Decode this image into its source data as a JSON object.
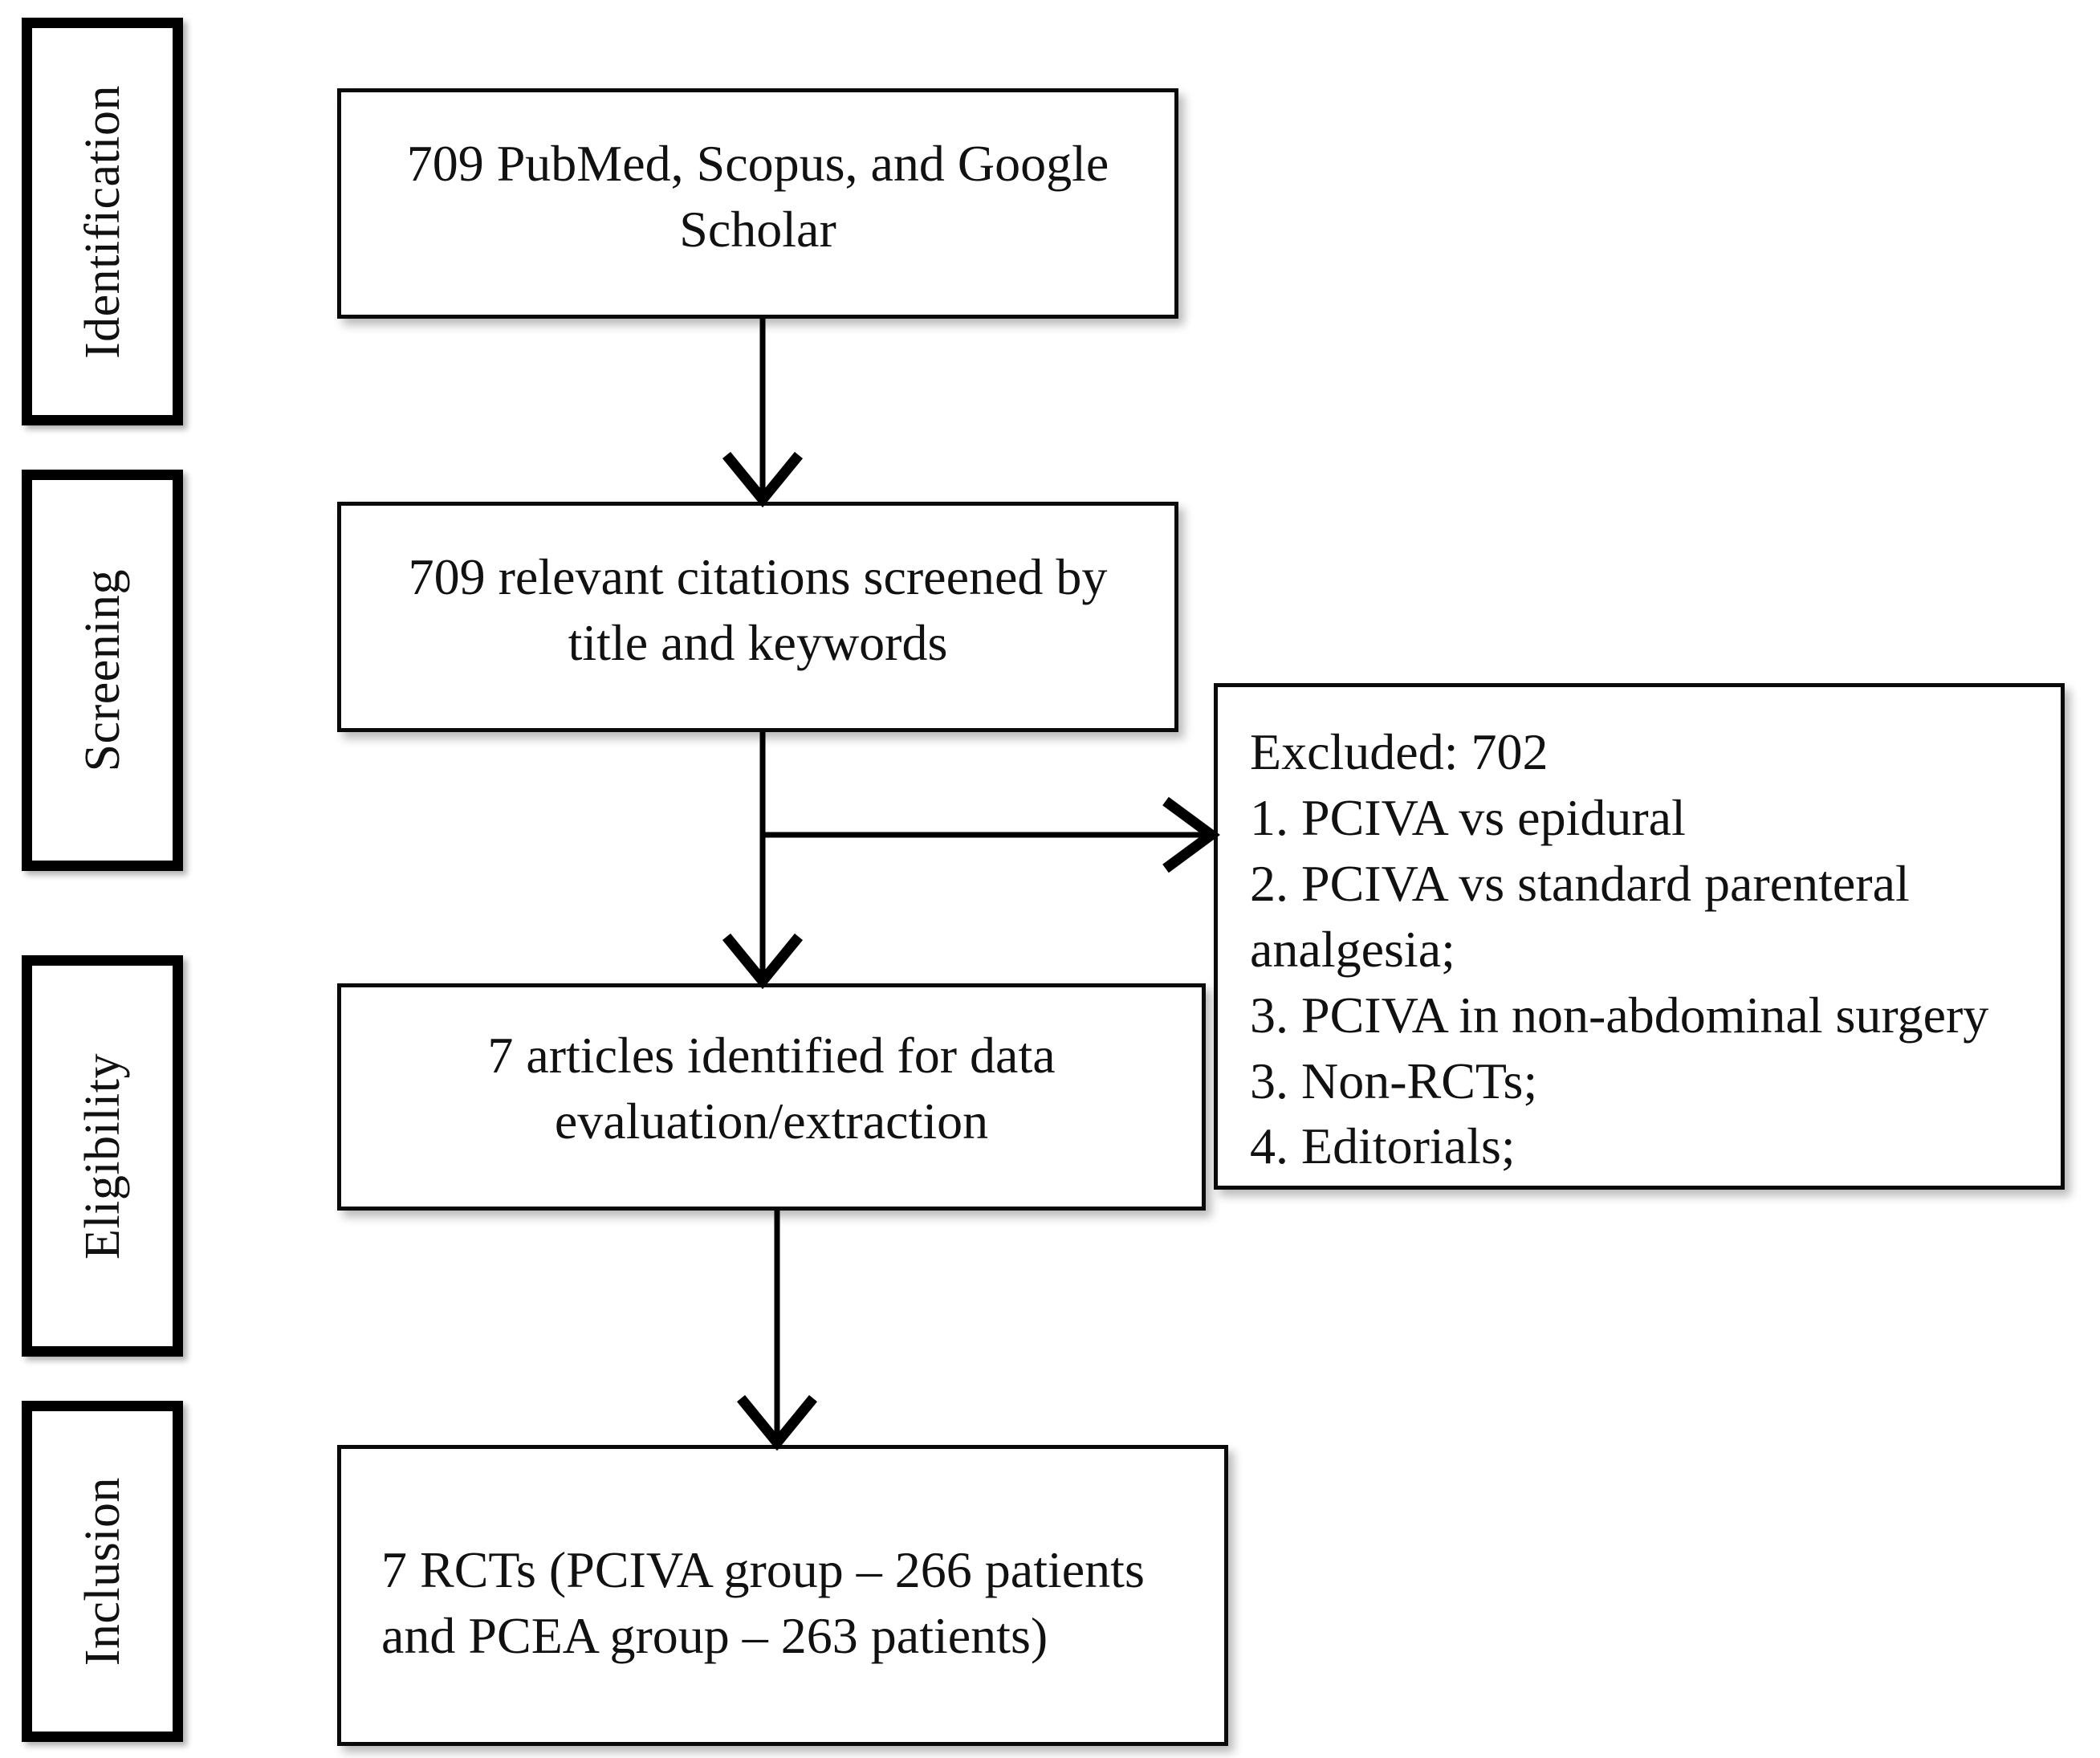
{
  "diagram": {
    "type": "prisma-flow-diagram",
    "title": "PRISMA study selection flow",
    "background_color": "#ffffff",
    "line_color": "#000000",
    "text_color": "#111111"
  },
  "stages": [
    {
      "id": "identification",
      "label": "Identification"
    },
    {
      "id": "screening",
      "label": "Screening"
    },
    {
      "id": "eligibility",
      "label": "Eligibility"
    },
    {
      "id": "inclusion",
      "label": "Inclusion"
    }
  ],
  "boxes": {
    "identification_records": {
      "line1": "709 PubMed, Scopus, and Google",
      "line2": "Scholar",
      "count": 709,
      "sources": "PubMed, Scopus, and Google Scholar"
    },
    "screening_records": {
      "line1": "709 relevant citations screened by",
      "line2": "title and keywords",
      "count": 709
    },
    "eligibility_records": {
      "line1": "7 articles identified for data",
      "line2": "evaluation/extraction",
      "count": 7
    },
    "inclusion_records": {
      "line1": "7 RCTs (PCIVA group – 266 patients",
      "line2": "and PCEA group – 263 patients)",
      "count": 7,
      "pciva_patients": 266,
      "pcea_patients": 263
    },
    "excluded": {
      "heading": "Excluded: 702",
      "count": 702,
      "reasons": [
        "1. PCIVA vs epidural",
        "2. PCIVA vs standard parenteral",
        "analgesia;",
        "3. PCIVA in non-abdominal surgery",
        "3. Non-RCTs;",
        "4. Editorials;"
      ]
    }
  },
  "connectors": [
    {
      "id": "identification-to-screening",
      "from": "identification_records",
      "to": "screening_records",
      "direction": "down"
    },
    {
      "id": "screening-to-eligibility",
      "from": "screening_records",
      "to": "eligibility_records",
      "direction": "down"
    },
    {
      "id": "screening-to-excluded",
      "from": "screening_records",
      "to": "excluded",
      "direction": "right"
    },
    {
      "id": "eligibility-to-inclusion",
      "from": "eligibility_records",
      "to": "inclusion_records",
      "direction": "down"
    }
  ]
}
